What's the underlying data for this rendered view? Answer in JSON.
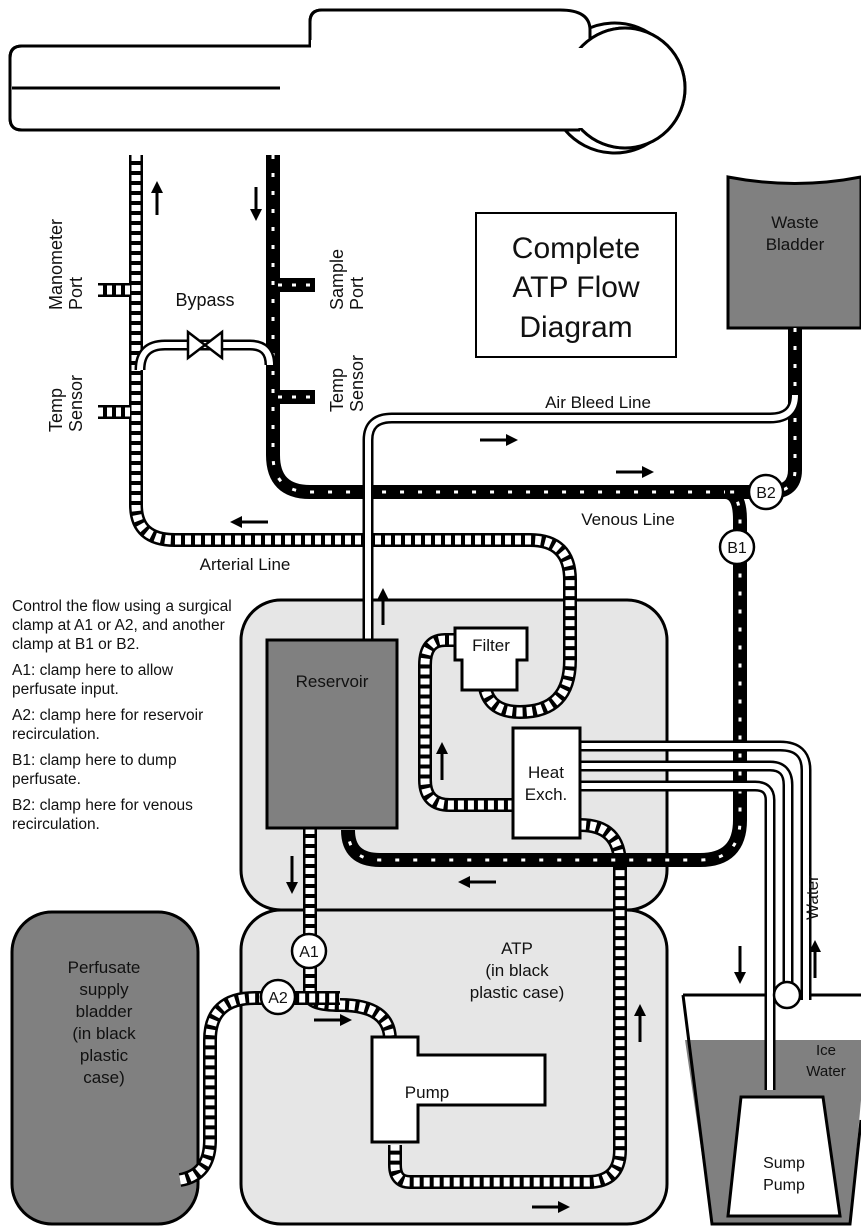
{
  "title": {
    "line1": "Complete",
    "line2": "ATP Flow",
    "line3": "Diagram"
  },
  "labels": {
    "manometer_port_1": "Manometer",
    "manometer_port_2": "Port",
    "temp_sensor_left_1": "Temp",
    "temp_sensor_left_2": "Sensor",
    "bypass": "Bypass",
    "sample_port_1": "Sample",
    "sample_port_2": "Port",
    "temp_sensor_right_1": "Temp",
    "temp_sensor_right_2": "Sensor",
    "waste_bladder_1": "Waste",
    "waste_bladder_2": "Bladder",
    "air_bleed_line": "Air Bleed Line",
    "venous_line": "Venous Line",
    "arterial_line": "Arterial Line",
    "b1": "B1",
    "b2": "B2",
    "a1": "A1",
    "a2": "A2",
    "filter": "Filter",
    "reservoir": "Reservoir",
    "heat_exch_1": "Heat",
    "heat_exch_2": "Exch.",
    "water": "Water",
    "atp_1": "ATP",
    "atp_2": "(in black",
    "atp_3": "plastic case)",
    "perfusate_1": "Perfusate",
    "perfusate_2": "supply",
    "perfusate_3": "bladder",
    "perfusate_4": "(in black",
    "perfusate_5": "plastic",
    "perfusate_6": "case)",
    "pump": "Pump",
    "ice_water_1": "Ice",
    "ice_water_2": "Water",
    "sump_pump_1": "Sump",
    "sump_pump_2": "Pump"
  },
  "notes": {
    "intro": "Control the flow using a surgical clamp at A1 or A2, and another clamp at B1 or B2.",
    "a1": "A1: clamp here to allow perfusate input.",
    "a2": "A2: clamp here for reservoir recirculation.",
    "b1": "B1: clamp here to dump perfusate.",
    "b2": "B2: clamp here for venous recirculation."
  },
  "colors": {
    "case_fill": "#e6e6e6",
    "dark_fill": "#808080",
    "venous_tube": "#111111",
    "outline": "#000000"
  }
}
